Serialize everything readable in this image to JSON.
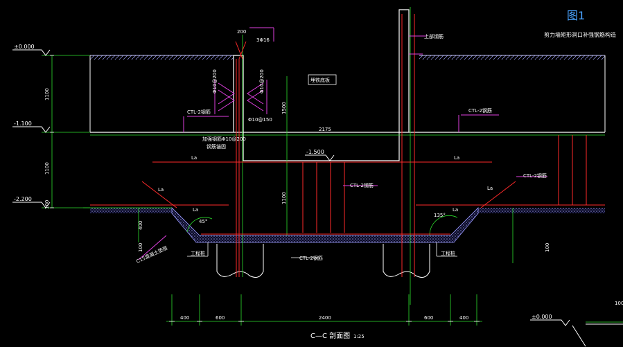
{
  "drawing": {
    "title_number": "图1",
    "title_text": "剪力墙矩形洞口补强钢筋构造",
    "section_title": "C—C 剖面图",
    "section_scale": "1:25"
  },
  "elevations": {
    "left_top": "±0.000",
    "left_mid": "-1.100",
    "left_bottom": "-2.200",
    "pit_floor": "-1.500",
    "bottom_right": "±0.000"
  },
  "dims": {
    "left_1": "1100",
    "left_2": "1100",
    "left_3": "100",
    "left_4": "400",
    "left_5": "100",
    "span_2175": "2175",
    "height_1500": "1500",
    "height_1100": "1100",
    "top_200": "200",
    "right_100": "100",
    "right_far_100": "100",
    "bottom_400_a": "400",
    "bottom_600_a": "600",
    "bottom_2400": "2400",
    "bottom_600_b": "600",
    "bottom_400_b": "400"
  },
  "labels": {
    "rebar_3phi16": "3Φ16",
    "rebar_phi10_200_a": "Φ10@200",
    "rebar_phi10_200_b": "Φ10@200",
    "rebar_phi10_150": "Φ10@150",
    "rebar_upper": "上部钢筋",
    "embedded": "埋铁底板",
    "ctl_left": "CTL-2钢筋",
    "ctl_right": "CTL-2钢筋",
    "ctl_mid": "CTL-2钢筋",
    "ctl_right_low": "CTL-2钢筋",
    "ctl_bottom": "CTL-2钢筋",
    "add_rebar_a": "加强钢筋Φ10@200",
    "add_rebar_b": "钢筋锚固",
    "cushion": "C15混凝土垫层",
    "pile_left": "工程桩",
    "pile_right": "工程桩",
    "angle_left": "45°",
    "angle_right": "135°",
    "la_1": "La",
    "la_2": "La",
    "la_3": "La",
    "la_4": "La",
    "la_5": "La",
    "la_6": "La"
  }
}
